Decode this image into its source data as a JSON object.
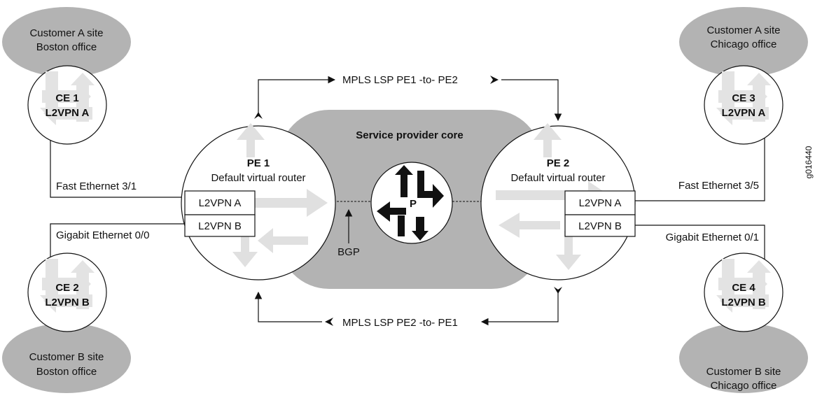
{
  "colors": {
    "ellipse_fill": "#b3b3b3",
    "core_fill": "#b3b3b3",
    "arrow_light": "#dedede",
    "arrow_dark": "#111111",
    "line": "#111111"
  },
  "sites": {
    "a_boston": {
      "line1": "Customer A site",
      "line2": "Boston office"
    },
    "a_chicago": {
      "line1": "Customer A site",
      "line2": "Chicago office"
    },
    "b_boston": {
      "line1": "Customer B site",
      "line2": "Boston office"
    },
    "b_chicago": {
      "line1": "Customer B site",
      "line2": "Chicago office"
    }
  },
  "routers": {
    "ce1": {
      "name": "CE 1",
      "vpn": "L2VPN A"
    },
    "ce2": {
      "name": "CE 2",
      "vpn": "L2VPN B"
    },
    "ce3": {
      "name": "CE 3",
      "vpn": "L2VPN A"
    },
    "ce4": {
      "name": "CE 4",
      "vpn": "L2VPN B"
    },
    "pe1": {
      "name": "PE 1",
      "subtitle": "Default virtual router",
      "vpn_a": "L2VPN A",
      "vpn_b": "L2VPN B"
    },
    "pe2": {
      "name": "PE 2",
      "subtitle": "Default virtual router",
      "vpn_a": "L2VPN A",
      "vpn_b": "L2VPN B"
    },
    "p": {
      "name": "P"
    }
  },
  "core": {
    "label": "Service provider core"
  },
  "links": {
    "fe31": "Fast Ethernet 3/1",
    "ge00": "Gigabit Ethernet 0/0",
    "fe35": "Fast Ethernet 3/5",
    "ge01": "Gigabit Ethernet 0/1",
    "bgp": "BGP",
    "lsp_top": "MPLS LSP PE1 -to- PE2",
    "lsp_bottom": "MPLS LSP PE2 -to- PE1"
  },
  "figure_id": "g016440"
}
